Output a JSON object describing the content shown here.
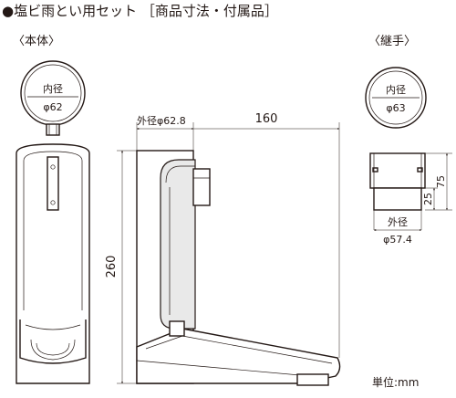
{
  "title": "●塩ビ雨とい用セット ［商品寸法・付属品］",
  "labels": {
    "main_body": "〈本体〉",
    "joint": "〈継手〉",
    "inner_dia_label": "内径",
    "inner_dia_main": "φ62",
    "inner_dia_joint": "φ63",
    "outer_dia_top": "外径φ62.8",
    "depth": "160",
    "height": "260",
    "joint_height": "75",
    "joint_insert": "25",
    "outer_dia_label": "外径",
    "outer_dia_joint": "φ57.4",
    "unit": "単位:mm"
  }
}
